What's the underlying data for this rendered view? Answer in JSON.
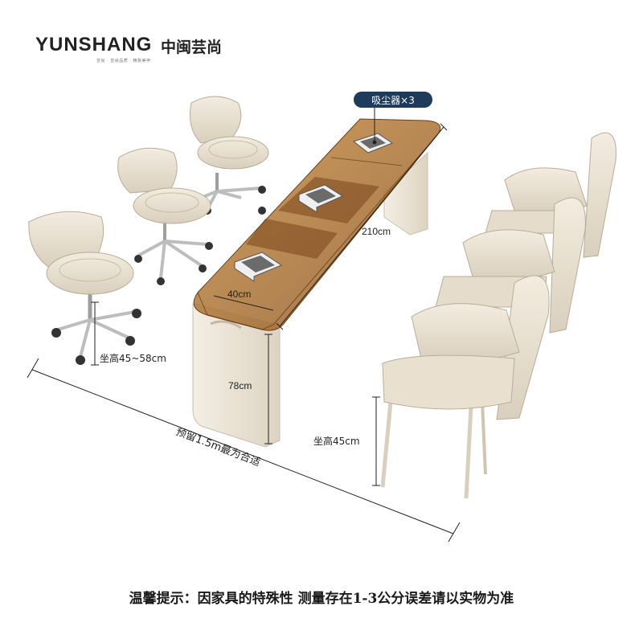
{
  "logo": {
    "brand": "YUNSHANG",
    "brand_cn": "中闽芸尚",
    "tagline": "芸尚 · 芸尚品质 · 精致美甲"
  },
  "labels": {
    "vacuum": "吸尘器×3",
    "length": "210cm",
    "width": "40cm",
    "height": "78cm",
    "stool_height": "坐高45~58cm",
    "chair_height": "坐高45cm",
    "clearance": "预留1.5m最为合适"
  },
  "tip": "温馨提示：因家具的特殊性 测量存在1-3公分误差请以实物为准",
  "colors": {
    "table_top": "#a86a2a",
    "table_body": "#f0e9dc",
    "upholstery": "#ece3d2",
    "chrome": "#bdbdbd"
  }
}
